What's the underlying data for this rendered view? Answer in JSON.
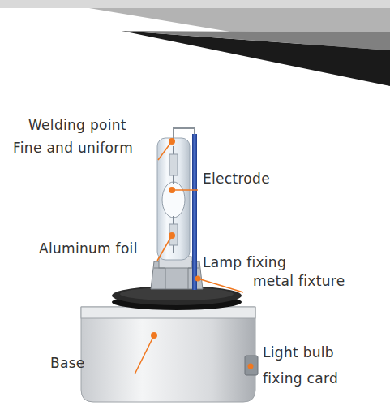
{
  "diagram": {
    "labels": [
      "Welding point",
      "Fine and uniform",
      "Electrode",
      "Aluminum foil",
      "Lamp fixing",
      "metal fixture",
      "Base",
      "Light bulb",
      "fixing card"
    ]
  }
}
